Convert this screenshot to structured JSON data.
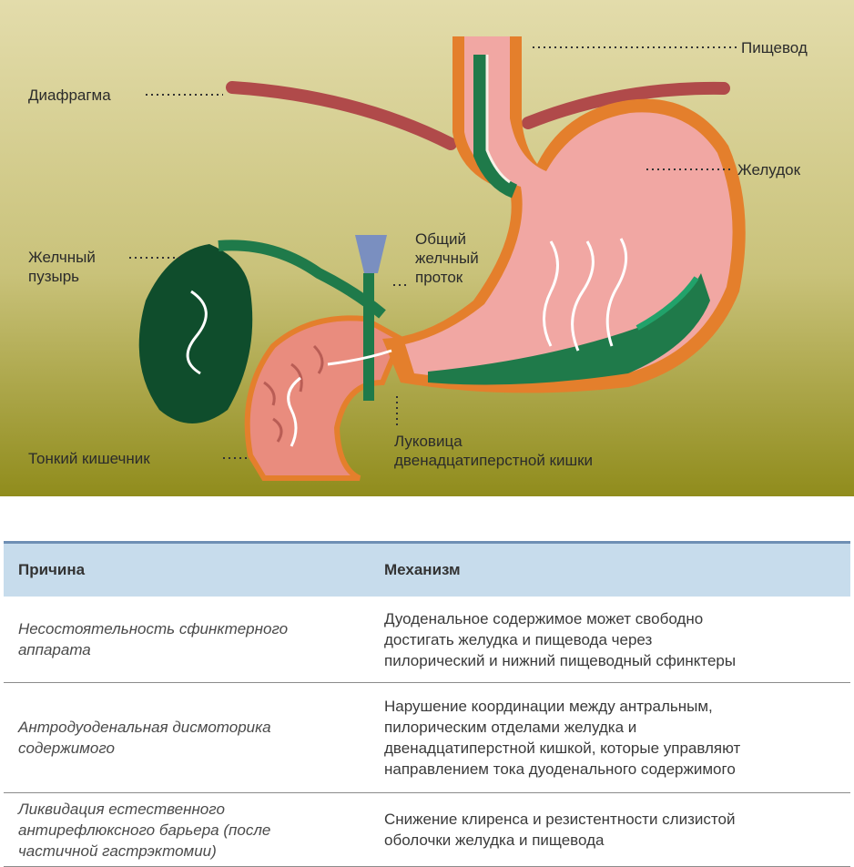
{
  "illustration": {
    "labels": {
      "esophagus": "Пищевод",
      "diaphragm": "Диафрагма",
      "stomach": "Желудок",
      "gallbladder_line1": "Желчный",
      "gallbladder_line2": "пузырь",
      "bile_duct_line1": "Общий",
      "bile_duct_line2": "желчный",
      "bile_duct_line3": "проток",
      "small_intestine": "Тонкий кишечник",
      "duodenal_bulb_line1": "Луковица",
      "duodenal_bulb_line2": "двенадцатиперстной кишки"
    },
    "colors": {
      "background_top": "#e1d9a6",
      "background_bottom": "#94921e",
      "stomach": "#f1a7a3",
      "stomach_wall": "#e47f2c",
      "bile_green": "#1f7a4a",
      "gallbladder": "#0f4d2c",
      "diaphragm": "#b04a4a"
    }
  },
  "table": {
    "header": {
      "cause": "Причина",
      "mechanism": "Механизм"
    },
    "rows": [
      {
        "cause": [
          "Несостоятельность сфинктерного",
          "аппарата"
        ],
        "mechanism": [
          "Дуоденальное содержимое может свободно",
          "достигать желудка и пищевода через",
          "пилорический и нижний пищеводный сфинктеры"
        ]
      },
      {
        "cause": [
          "Антродуоденальная дисмоторика",
          "содержимого"
        ],
        "mechanism": [
          "Нарушение координации между антральным,",
          "пилорическим отделами желудка и",
          "двенадцатиперстной кишкой, которые управляют",
          "направлением тока дуоденального содержимого"
        ]
      },
      {
        "cause": [
          "Ликвидация естественного",
          "антирефлюксного барьера (после",
          "частичной гастрэктомии)"
        ],
        "mechanism": [
          "Снижение клиренса и резистентности слизистой",
          "оболочки желудка и пищевода"
        ]
      }
    ],
    "colors": {
      "header_bg": "#c7dcec",
      "header_border": "#6e8fb4"
    }
  }
}
